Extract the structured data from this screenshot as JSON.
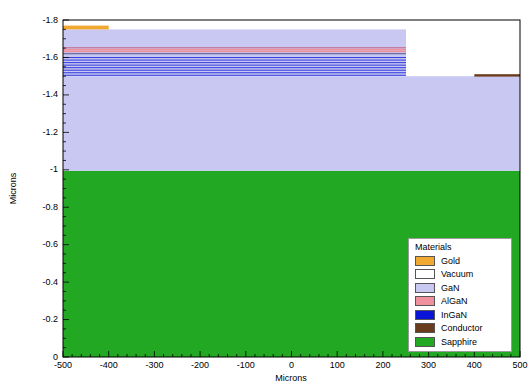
{
  "diagram": {
    "labels": [
      "-1.8",
      "-1.6",
      "-1.4",
      "-1.2",
      "-1",
      "-0.8",
      "-0.6",
      "-0.4",
      "-0.2",
      "0",
      "-500",
      "-400",
      "-300",
      "-200",
      "-100",
      "0",
      "100",
      "200",
      "300",
      "400",
      "500",
      "Microns",
      "Microns",
      "Materials"
    ],
    "legend": [
      {
        "text": "Gold",
        "color": "#f0a830"
      },
      {
        "text": "Vacuum",
        "color": "#ffffff"
      },
      {
        "text": "GaN",
        "color": "#c8c8f2"
      },
      {
        "text": "AlGaN",
        "color": "#f0909c"
      },
      {
        "text": "InGaN",
        "color": "#0a14d8"
      },
      {
        "text": "Conductor",
        "color": "#6a3a1c"
      },
      {
        "text": "Sapphire",
        "color": "#22a822"
      }
    ]
  }
}
